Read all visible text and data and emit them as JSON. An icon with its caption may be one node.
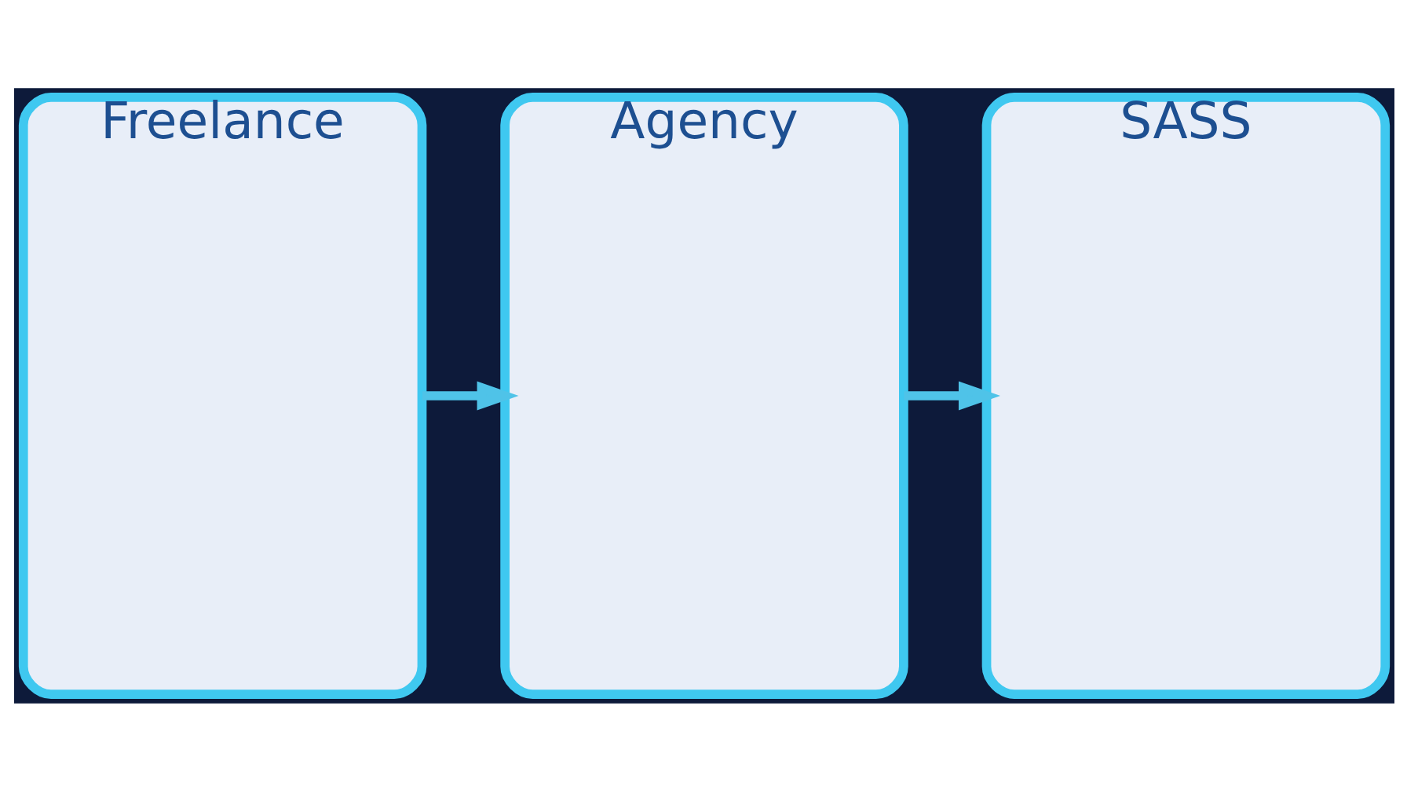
{
  "diagram": {
    "nodes": [
      {
        "text": [
          "Freelance"
        ]
      },
      {
        "text": [
          "Agency"
        ]
      },
      {
        "text": [
          "SASS"
        ]
      }
    ],
    "edges": [
      {
        "from": 0,
        "to": 1,
        "arrow": "to"
      },
      {
        "from": 1,
        "to": 2,
        "arrow": "to"
      }
    ]
  }
}
